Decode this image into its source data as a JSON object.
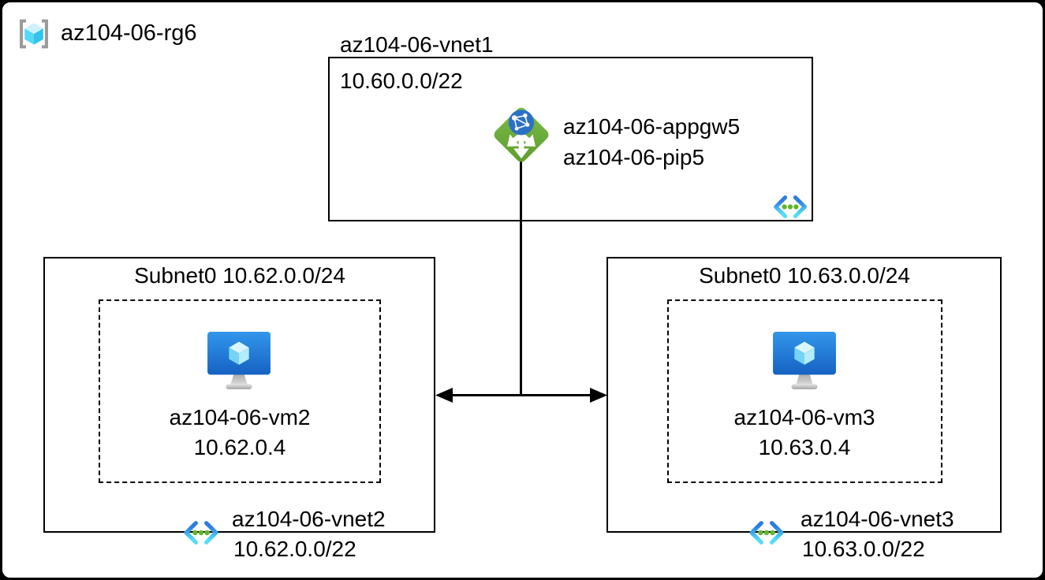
{
  "resource_group": {
    "label": "az104-06-rg6"
  },
  "vnet1": {
    "title": "az104-06-vnet1",
    "cidr": "10.60.0.0/22",
    "app_gateway": {
      "name": "az104-06-appgw5",
      "public_ip": "az104-06-pip5"
    }
  },
  "vnet2": {
    "subnet": {
      "label": "Subnet0 10.62.0.0/24"
    },
    "vm": {
      "name": "az104-06-vm2",
      "ip": "10.62.0.4"
    },
    "name": "az104-06-vnet2",
    "cidr": "10.62.0.0/22"
  },
  "vnet3": {
    "subnet": {
      "label": "Subnet0 10.63.0.0/24"
    },
    "vm": {
      "name": "az104-06-vm3",
      "ip": "10.63.0.4"
    },
    "name": "az104-06-vnet3",
    "cidr": "10.63.0.0/22"
  },
  "icons": {
    "resource_group": "resource-group-icon",
    "virtual_network": "virtual-network-icon",
    "virtual_machine": "virtual-machine-icon",
    "application_gateway": "application-gateway-icon"
  },
  "colors": {
    "appgw_green": "#6fb23c",
    "globe_blue": "#2b71c6",
    "vm_screen_blue": "#1f78d6",
    "cube_cyan": "#50e6ff",
    "peering_dot_green": "#62b42c",
    "bracket_gray": "#9a9a9a",
    "line_black": "#000000",
    "background": "#ffffff"
  }
}
